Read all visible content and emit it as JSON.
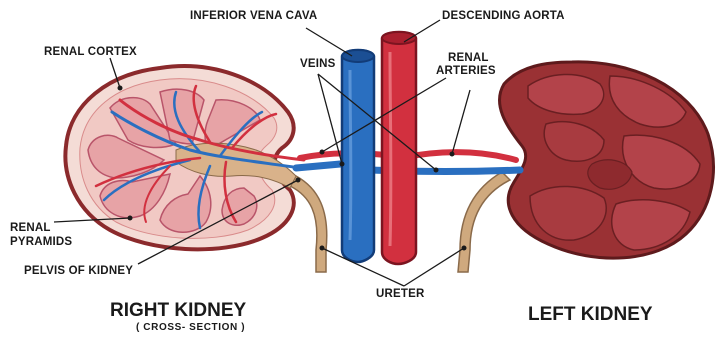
{
  "labels": {
    "inferior_vena_cava": "INFERIOR VENA CAVA",
    "descending_aorta": "DESCENDING AORTA",
    "renal_cortex": "RENAL CORTEX",
    "veins": "VEINS",
    "renal_arteries_line1": "RENAL",
    "renal_arteries_line2": "ARTERIES",
    "renal_pyramids_line1": "RENAL",
    "renal_pyramids_line2": "PYRAMIDS",
    "pelvis_of_kidney": "PELVIS OF KIDNEY",
    "ureter": "URETER"
  },
  "captions": {
    "right_kidney": "RIGHT KIDNEY",
    "right_kidney_sub": "( CROSS- SECTION )",
    "left_kidney": "LEFT KIDNEY"
  },
  "colors": {
    "vein_blue": "#2a6fc0",
    "artery_red": "#d2303f",
    "kidney_dark": "#8b2a2c",
    "kidney_light": "#a8383a",
    "cortex_pink": "#f1c9c4",
    "pyramid_pink": "#e7a3a6",
    "ureter_tan": "#cfa97e"
  }
}
